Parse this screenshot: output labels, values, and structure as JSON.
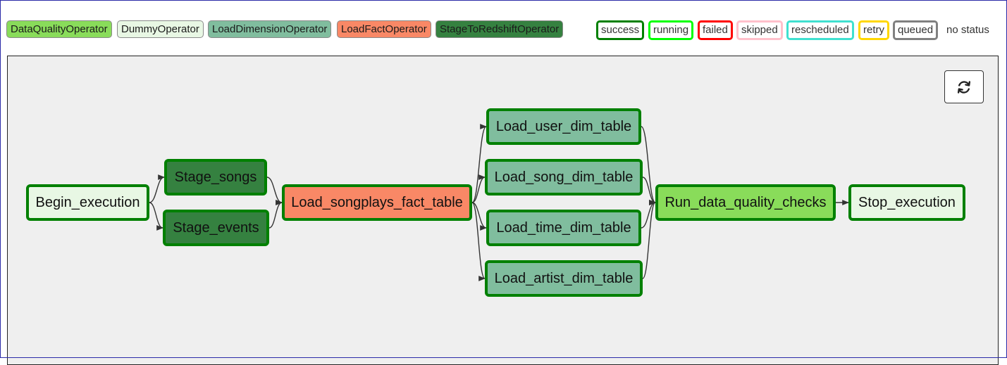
{
  "legend": {
    "operators": [
      {
        "label": "DataQualityOperator",
        "color": "#89dc5a"
      },
      {
        "label": "DummyOperator",
        "color": "#e8f7e4"
      },
      {
        "label": "LoadDimensionOperator",
        "color": "#80bd9e"
      },
      {
        "label": "LoadFactOperator",
        "color": "#f98866"
      },
      {
        "label": "StageToRedshiftOperator",
        "color": "#358140"
      }
    ],
    "states": [
      {
        "label": "success",
        "color": "#008000"
      },
      {
        "label": "running",
        "color": "#00ff00"
      },
      {
        "label": "failed",
        "color": "#ff0000"
      },
      {
        "label": "skipped",
        "color": "#ffc0cb"
      },
      {
        "label": "rescheduled",
        "color": "#40e0d0"
      },
      {
        "label": "retry",
        "color": "#ffd700"
      },
      {
        "label": "queued",
        "color": "#808080"
      }
    ],
    "no_status": "no status"
  },
  "refresh_icon": "refresh-icon",
  "graph": {
    "nodes": [
      {
        "id": "begin",
        "label": "Begin_execution",
        "operator": "DummyOperator",
        "state": "success"
      },
      {
        "id": "stage_songs",
        "label": "Stage_songs",
        "operator": "StageToRedshiftOperator",
        "state": "success"
      },
      {
        "id": "stage_events",
        "label": "Stage_events",
        "operator": "StageToRedshiftOperator",
        "state": "success"
      },
      {
        "id": "fact",
        "label": "Load_songplays_fact_table",
        "operator": "LoadFactOperator",
        "state": "success"
      },
      {
        "id": "user_dim",
        "label": "Load_user_dim_table",
        "operator": "LoadDimensionOperator",
        "state": "success"
      },
      {
        "id": "song_dim",
        "label": "Load_song_dim_table",
        "operator": "LoadDimensionOperator",
        "state": "success"
      },
      {
        "id": "time_dim",
        "label": "Load_time_dim_table",
        "operator": "LoadDimensionOperator",
        "state": "success"
      },
      {
        "id": "artist_dim",
        "label": "Load_artist_dim_table",
        "operator": "LoadDimensionOperator",
        "state": "success"
      },
      {
        "id": "quality",
        "label": "Run_data_quality_checks",
        "operator": "DataQualityOperator",
        "state": "success"
      },
      {
        "id": "stop",
        "label": "Stop_execution",
        "operator": "DummyOperator",
        "state": "success"
      }
    ],
    "edges": [
      [
        "begin",
        "stage_songs"
      ],
      [
        "begin",
        "stage_events"
      ],
      [
        "stage_songs",
        "fact"
      ],
      [
        "stage_events",
        "fact"
      ],
      [
        "fact",
        "user_dim"
      ],
      [
        "fact",
        "song_dim"
      ],
      [
        "fact",
        "time_dim"
      ],
      [
        "fact",
        "artist_dim"
      ],
      [
        "user_dim",
        "quality"
      ],
      [
        "song_dim",
        "quality"
      ],
      [
        "time_dim",
        "quality"
      ],
      [
        "artist_dim",
        "quality"
      ],
      [
        "quality",
        "stop"
      ]
    ]
  }
}
